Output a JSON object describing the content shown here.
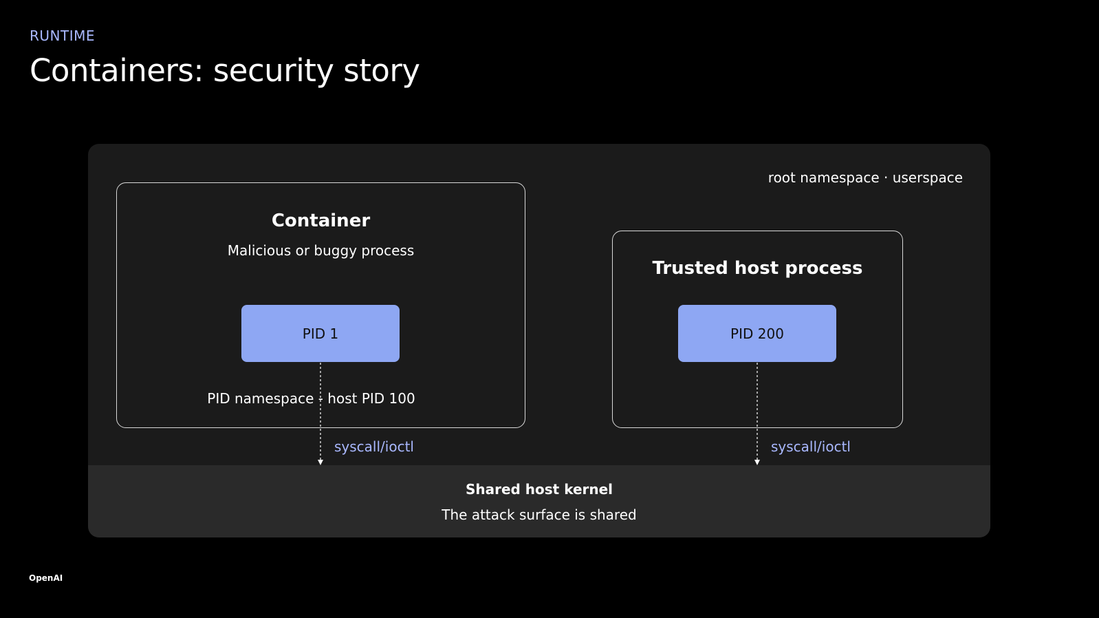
{
  "slide": {
    "eyebrow": "RUNTIME",
    "title": "Containers: security story",
    "brand": "OpenAI"
  },
  "diagram": {
    "namespace_label": "root namespace · userspace",
    "container": {
      "title": "Container",
      "subtitle": "Malicious or buggy process",
      "pid_label": "PID 1",
      "namespace_note": "PID namespace - host PID 100",
      "syscall_label": "syscall/ioctl"
    },
    "host_process": {
      "title": "Trusted host process",
      "pid_label": "PID 200",
      "syscall_label": "syscall/ioctl"
    },
    "kernel": {
      "title": "Shared host kernel",
      "subtitle": "The attack surface is shared"
    },
    "colors": {
      "accent": "#a9b8ff",
      "pid_fill": "#8ea7f3",
      "panel": "#1b1b1b",
      "kernel_band": "#2a2a2a"
    }
  }
}
